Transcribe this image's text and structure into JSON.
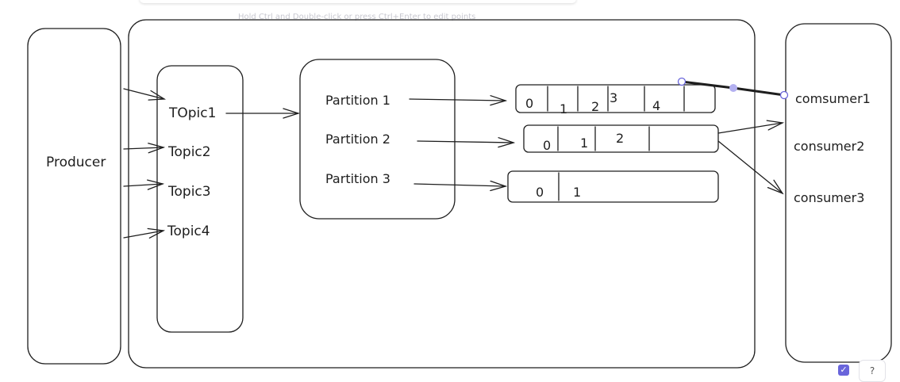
{
  "hint": "Hold Ctrl and Double-click or press Ctrl+Enter to edit points",
  "producer": {
    "label": "Producer"
  },
  "topics": [
    "TOpic1",
    "Topic2",
    "Topic3",
    "Topic4"
  ],
  "partitions": [
    "Partition 1",
    "Partition 2",
    "Partition 3"
  ],
  "partition_logs": [
    {
      "offsets": [
        "0",
        "1",
        "2",
        "3",
        "4"
      ]
    },
    {
      "offsets": [
        "0",
        "1",
        "2"
      ]
    },
    {
      "offsets": [
        "0",
        "1"
      ]
    }
  ],
  "consumers": [
    "comsumer1",
    "consumer2",
    "consumer3"
  ],
  "ui": {
    "check_icon": "checkbox-icon",
    "help_icon": "?"
  },
  "colors": {
    "stroke": "#1e1e1e",
    "selection": "#6965db"
  }
}
